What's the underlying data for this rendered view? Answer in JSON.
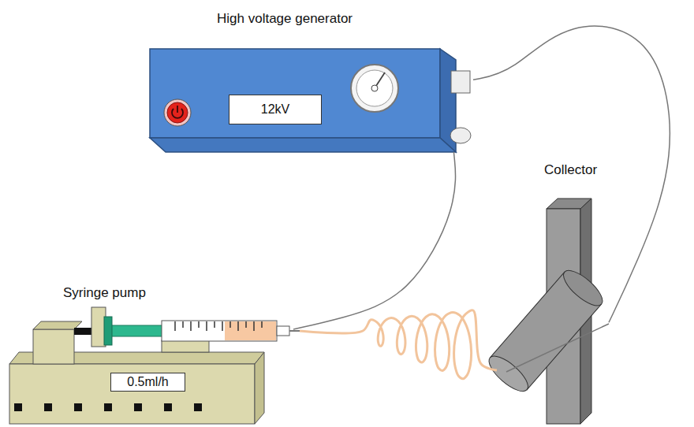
{
  "diagram": {
    "nodes": [
      {
        "text": [
          "High voltage generator"
        ]
      },
      {
        "text": [
          "12kV"
        ],
        "in": 0
      },
      {
        "text": [
          "Collector"
        ]
      },
      {
        "text": [
          "Syringe pump"
        ]
      },
      {
        "text": [
          "0.5ml/h"
        ],
        "in": 3
      }
    ],
    "edges": [
      {
        "from": 0,
        "to": 2,
        "arrow": "none"
      },
      {
        "from": 0,
        "to": 3,
        "arrow": "none"
      }
    ]
  }
}
